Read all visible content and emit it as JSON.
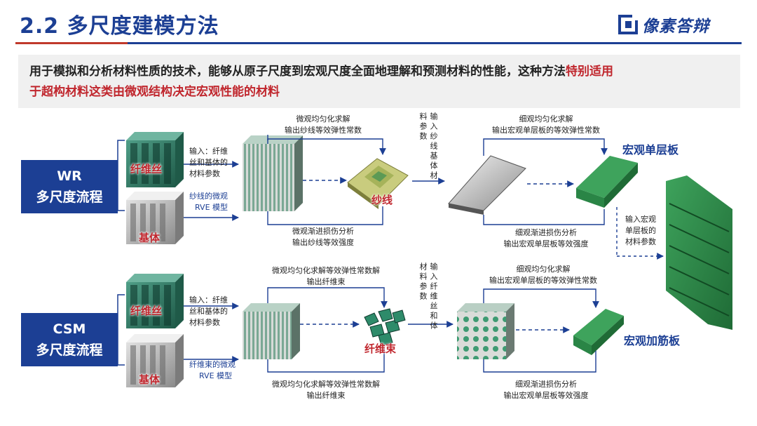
{
  "header": {
    "title": "2.2 多尺度建模方法",
    "logo_text": "像素答辩"
  },
  "intro": {
    "text_normal": "用于模拟和分析材料性质的技术，能够从原子尺度到宏观尺度全面地理解和预测材料的性能，这种方法",
    "text_highlight_1": "特别适用",
    "text_highlight_2": "于超构材料这类由微观结构决定宏观性能的材料"
  },
  "wr": {
    "label_line1": "WR",
    "label_line2": "多尺度流程",
    "fiber_tag": "纤维丝",
    "matrix_tag": "基体",
    "input_text": [
      "输入：纤维",
      "丝和基体的",
      "材料参数"
    ],
    "rve_text": [
      "纱线的微观",
      "RVE 模型"
    ],
    "micro_homog": [
      "微观均匀化求解",
      "输出纱线等效弹性常数"
    ],
    "micro_damage": [
      "微观渐进损伤分析",
      "输出纱线等效强度"
    ],
    "yarn_tag": "纱线",
    "vertical_input": "输入纱线基体材料参数",
    "meso_homog": [
      "细观均匀化求解",
      "输出宏观单层板的等效弹性常数"
    ],
    "meso_damage": [
      "细观渐进损伤分析",
      "输出宏观单层板等效强度"
    ],
    "macro_result": "宏观单层板",
    "macro_input": [
      "输入宏观",
      "单层板的",
      "材料参数"
    ]
  },
  "csm": {
    "label_line1": "CSM",
    "label_line2": "多尺度流程",
    "fiber_tag": "纤维丝",
    "matrix_tag": "基体",
    "input_text": [
      "输入：纤维",
      "丝和基体的",
      "材料参数"
    ],
    "rve_text": [
      "纤维束的微观",
      "RVE 模型"
    ],
    "micro_homog": [
      "微观均匀化求解等效弹性常数解",
      "输出纤维束"
    ],
    "micro_damage": [
      "微观均匀化求解等效弹性常数解",
      "输出纤维束"
    ],
    "bundle_tag": "纤维束",
    "vertical_input": "输入纤维丝和体材料参数",
    "meso_homog": [
      "细观均匀化求解",
      "输出宏观单层板的等效弹性常数"
    ],
    "meso_damage": [
      "细观渐进损伤分析",
      "输出宏观单层板等效强度"
    ],
    "macro_result": "宏观加筋板"
  },
  "colors": {
    "brand_blue": "#1c3f94",
    "highlight_red": "#c0262d",
    "composite_green": "#2e8b4a"
  }
}
